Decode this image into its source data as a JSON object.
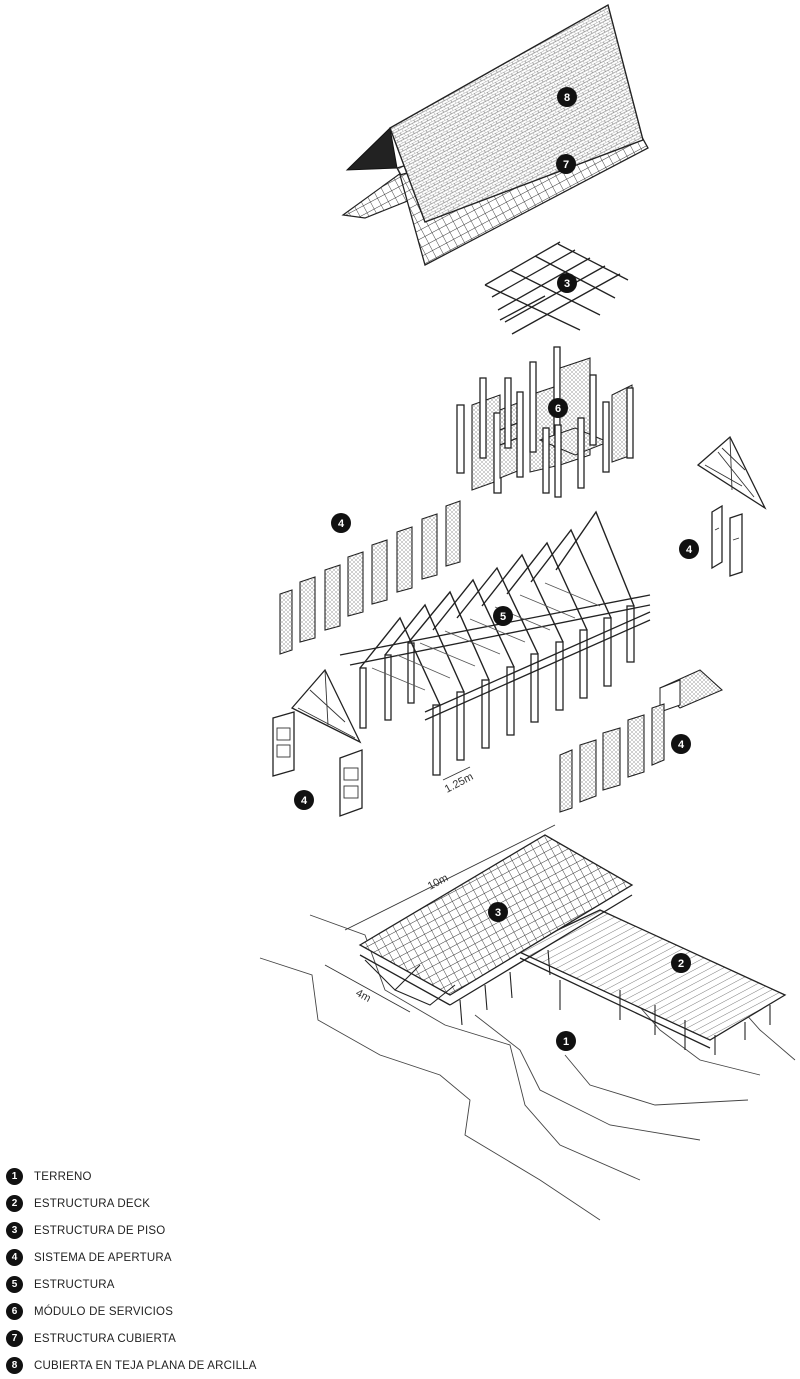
{
  "diagram": {
    "badges": [
      {
        "id": "badge-8-roof-tiles",
        "num": "8"
      },
      {
        "id": "badge-7-roof-structure",
        "num": "7"
      },
      {
        "id": "badge-3-top-floor-grid",
        "num": "3"
      },
      {
        "id": "badge-6-services-module",
        "num": "6"
      },
      {
        "id": "badge-4-left-wall-panels",
        "num": "4"
      },
      {
        "id": "badge-4-right-gable-panels",
        "num": "4"
      },
      {
        "id": "badge-5-frame-structure",
        "num": "5"
      },
      {
        "id": "badge-4-right-panels",
        "num": "4"
      },
      {
        "id": "badge-4-front-gable-panels",
        "num": "4"
      },
      {
        "id": "badge-3-floor-structure",
        "num": "3"
      },
      {
        "id": "badge-2-deck-structure",
        "num": "2"
      },
      {
        "id": "badge-1-terrain",
        "num": "1"
      }
    ],
    "dimensions": {
      "spacing": "1.25m",
      "length": "10m",
      "width": "4m"
    }
  },
  "legend": {
    "items": [
      {
        "num": "1",
        "label": "TERRENO"
      },
      {
        "num": "2",
        "label": "ESTRUCTURA DECK"
      },
      {
        "num": "3",
        "label": "ESTRUCTURA DE PISO"
      },
      {
        "num": "4",
        "label": "SISTEMA DE APERTURA"
      },
      {
        "num": "5",
        "label": "ESTRUCTURA"
      },
      {
        "num": "6",
        "label": "MÓDULO DE SERVICIOS"
      },
      {
        "num": "7",
        "label": "ESTRUCTURA CUBIERTA"
      },
      {
        "num": "8",
        "label": "CUBIERTA EN TEJA PLANA DE ARCILLA"
      }
    ]
  }
}
